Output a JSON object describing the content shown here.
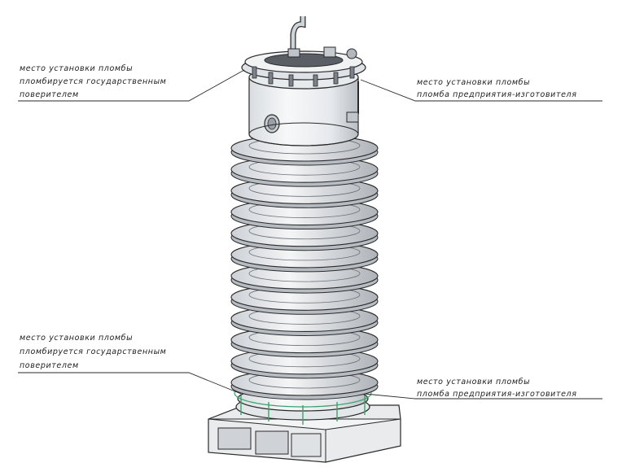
{
  "callouts": {
    "top_left": {
      "lines": [
        "место установки пломбы",
        "пломбируется государственным",
        "поверителем"
      ]
    },
    "top_right": {
      "lines": [
        "место установки пломбы",
        "пломба предприятия-изготовителя"
      ]
    },
    "bottom_left": {
      "lines": [
        "место установки пломбы",
        "пломбируется государственным",
        "поверителем"
      ]
    },
    "bottom_right": {
      "lines": [
        "место установки пломбы",
        "пломба предприятия-изготовителя"
      ]
    }
  },
  "colors": {
    "outline": "#2a2a2a",
    "body": "#eef0f2",
    "shadow": "#b8bcc2",
    "seal_marker": "#3aa36b"
  }
}
